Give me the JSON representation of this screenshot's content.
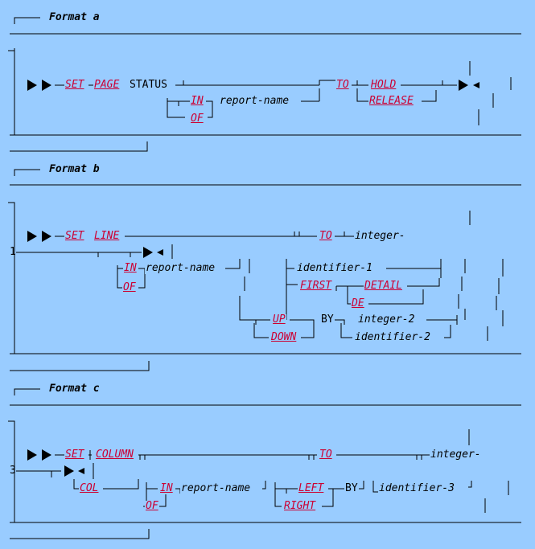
{
  "formats": [
    {
      "header": "Format a",
      "kw_set": "SET",
      "kw_page": "PAGE",
      "status": "STATUS",
      "kw_in": "IN",
      "kw_of": "OF",
      "report_name": "report-name",
      "kw_to": "TO",
      "kw_hold": "HOLD",
      "kw_release": "RELEASE"
    },
    {
      "header": "Format b",
      "kw_set": "SET",
      "kw_line": "LINE",
      "kw_to": "TO",
      "integer": "integer-",
      "cont_mark": "1",
      "kw_in": "IN",
      "kw_of": "OF",
      "report_name": "report-name",
      "identifier_1": "identifier-1",
      "kw_first": "FIRST",
      "kw_detail": "DETAIL",
      "kw_de": "DE",
      "kw_up": "UP",
      "kw_down": "DOWN",
      "by": "BY",
      "integer_2": "integer-2",
      "identifier_2": "identifier-2"
    },
    {
      "header": "Format c",
      "kw_set": "SET",
      "kw_column": "COLUMN",
      "kw_to": "TO",
      "integer": "integer-",
      "cont_mark": "3",
      "kw_col": "COL",
      "kw_in": "IN",
      "kw_of": "OF",
      "report_name": "report-name",
      "kw_left": "LEFT",
      "kw_right": "RIGHT",
      "by": "BY",
      "identifier_3": "identifier-3"
    }
  ]
}
